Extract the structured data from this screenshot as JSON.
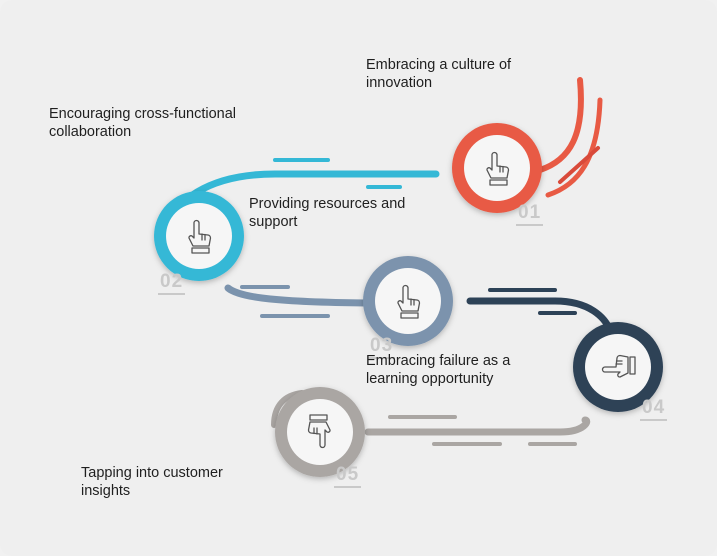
{
  "steps": [
    {
      "number": "01",
      "label_lines": [
        "Embracing a culture of",
        "innovation"
      ],
      "color": "#e85a44",
      "icon": "pointing-hand-icon"
    },
    {
      "number": "02",
      "label_lines": [
        "Encouraging cross-functional",
        "collaboration"
      ],
      "color": "#34b8d6",
      "icon": "pointing-hand-icon"
    },
    {
      "number": "03",
      "label_lines": [
        "Providing resources and",
        "support"
      ],
      "color": "#7b93ad",
      "icon": "pointing-hand-icon"
    },
    {
      "number": "04",
      "label_lines": [
        "Embracing failure as a",
        "learning opportunity"
      ],
      "color": "#2d4257",
      "icon": "pointing-hand-icon"
    },
    {
      "number": "05",
      "label_lines": [
        "Tapping into customer",
        "insights"
      ],
      "color": "#aaa6a3",
      "icon": "pointing-hand-icon"
    }
  ]
}
